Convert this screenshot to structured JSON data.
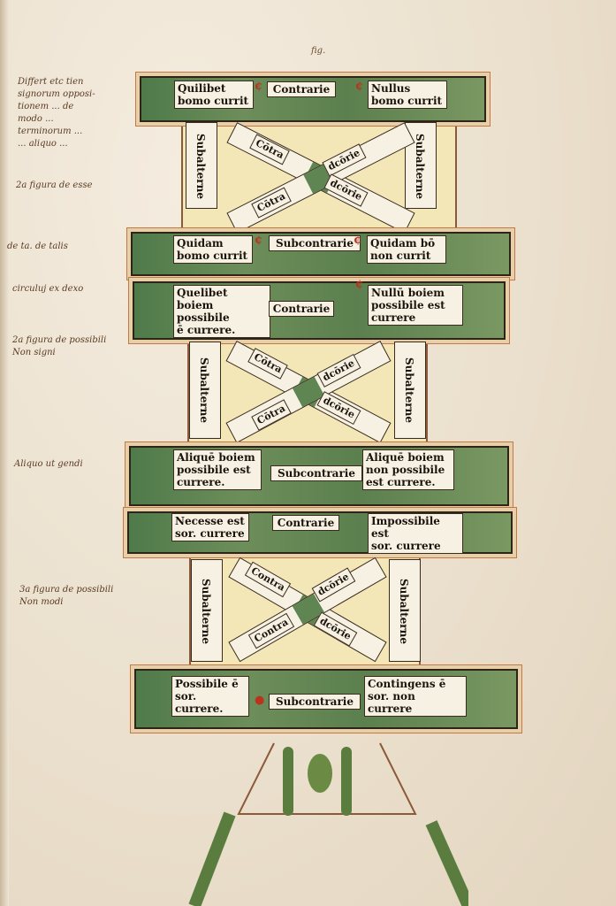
{
  "header": {
    "top_note": "fig."
  },
  "margin_notes": [
    "Differt etc tien\nsignorum opposi-\ntionem ... de\nmodo ...\nterminorum ...\n... aliquo ...",
    "2a figura de esse",
    "de ta. de talis",
    "circuluj ex dexo",
    "2a figura de possibili\nNon signi",
    "Aliquo ut gendi",
    "3a figura de possibili\nNon modi"
  ],
  "diagrams": [
    {
      "top": {
        "left": "Quilibet\nbomo currit",
        "center": "Contrarie",
        "right": "Nullus\nbomo currit"
      },
      "left_post": "Subalterne",
      "right_post": "Subalterne",
      "diag_a_upper": "Cōtra",
      "diag_b_upper": "dcōrie",
      "diag_a_lower": "Cōtra",
      "diag_b_lower": "dcōrie",
      "bottom": {
        "left": "Quidam\nbomo currit",
        "center": "Subcontrarie",
        "right": "Quidam bō\nnon currit"
      }
    },
    {
      "top": {
        "left": "Quelibet boiem\npossibile\nē currere.",
        "center": "Contrarie",
        "right": "Nullū boiem\npossibile est\ncurrere"
      },
      "left_post": "Subalterne",
      "right_post": "Subalterne",
      "diag_a_upper": "Cōtra",
      "diag_b_upper": "dcōrie",
      "diag_a_lower": "Cōtra",
      "diag_b_lower": "dcōrie",
      "bottom": {
        "left": "Aliquē boiem\npossibile est\ncurrere.",
        "center": "Subcontrarie",
        "right": "Aliquē boiem\nnon possibile\nest currere."
      }
    },
    {
      "top": {
        "left": "Necesse est\nsor. currere",
        "center": "Contrarie",
        "right": "Impossibile est\nsor. currere"
      },
      "left_post": "Subalterne",
      "right_post": "Subalterne",
      "diag_a_upper": "Contra",
      "diag_b_upper": "dcōrie",
      "diag_a_lower": "Contra",
      "diag_b_lower": "dcōrie",
      "bottom": {
        "left": "Possibile ē\nsor. currere.",
        "center": "Subcontrarie",
        "right": "Contingens ē\nsor. non currere"
      }
    }
  ],
  "colors": {
    "green": "#5b7f4e",
    "parchment": "#efe5d6",
    "yellow": "#f3e7b8",
    "rubric": "#b8341f"
  }
}
